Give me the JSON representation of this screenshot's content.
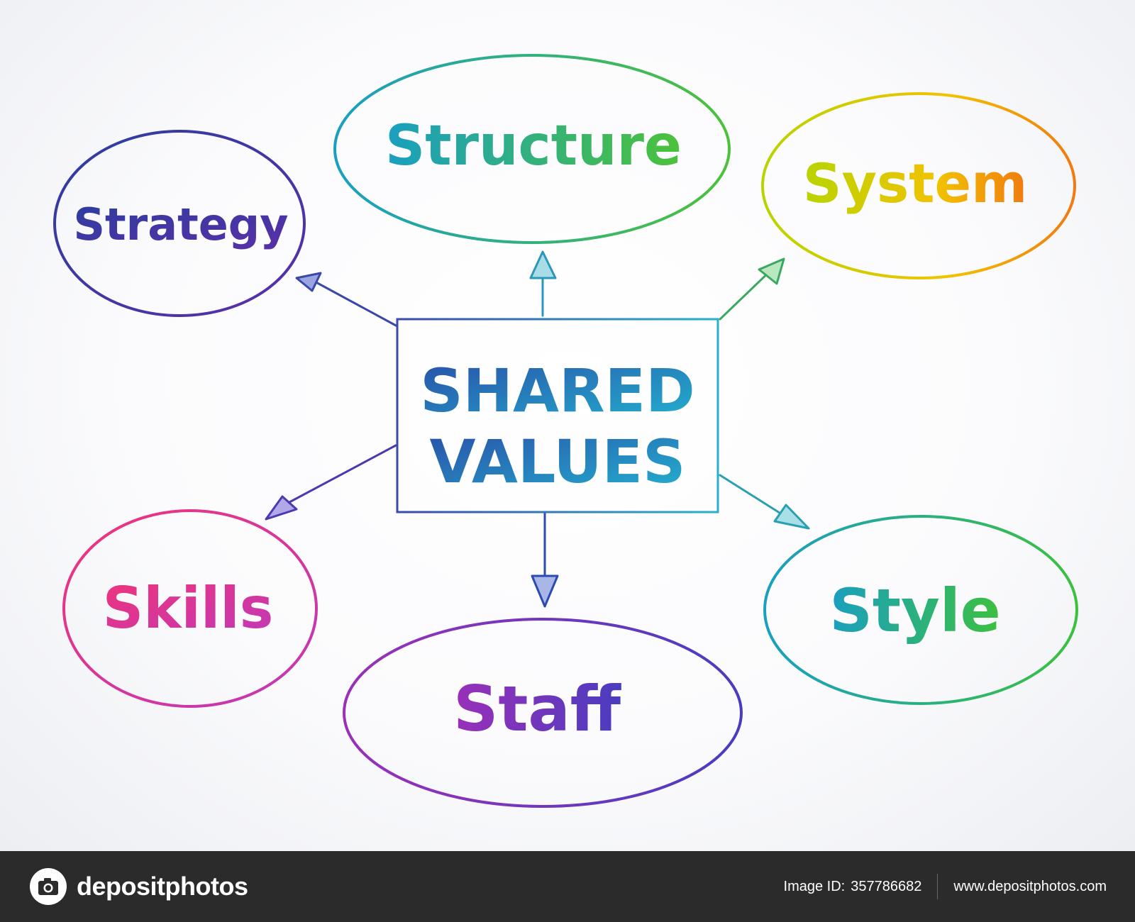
{
  "center": {
    "line1": "SHARED",
    "line2": "VALUES"
  },
  "nodes": {
    "strategy": "Strategy",
    "structure": "Structure",
    "system": "System",
    "skills": "Skills",
    "staff": "Staff",
    "style": "Style"
  },
  "footer": {
    "brand": "depositphotos",
    "image_id_label": "Image ID:",
    "image_id": "357786682",
    "site": "www.depositphotos.com"
  },
  "colors": {
    "strategy": "#2b2f8f",
    "structure": "#1aa6b0",
    "system": "#e8d400",
    "skills": "#e8348f",
    "staff": "#8a3bbd",
    "style": "#1eb38a",
    "center": "#2a5bbf",
    "footer_bg": "#2b2b2b"
  }
}
